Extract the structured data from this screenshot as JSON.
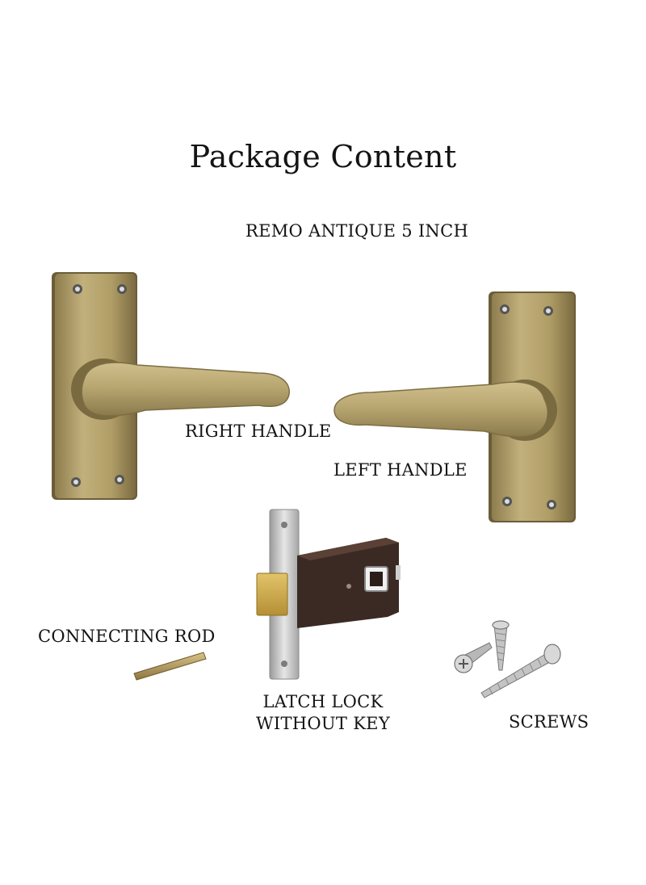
{
  "title": "Package Content",
  "subtitle": "REMO ANTIQUE 5 INCH",
  "items": {
    "right_handle": "RIGHT HANDLE",
    "left_handle": "LEFT HANDLE",
    "connecting_rod": "CONNECTING ROD",
    "latch_line1": "LATCH LOCK",
    "latch_line2": "WITHOUT KEY",
    "screws": "SCREWS"
  },
  "colors": {
    "brass": "#b3a06a",
    "brass_dark": "#7f6f44",
    "latch_body": "#3b2a24",
    "steel": "#c8c8c8",
    "text": "#141414"
  }
}
